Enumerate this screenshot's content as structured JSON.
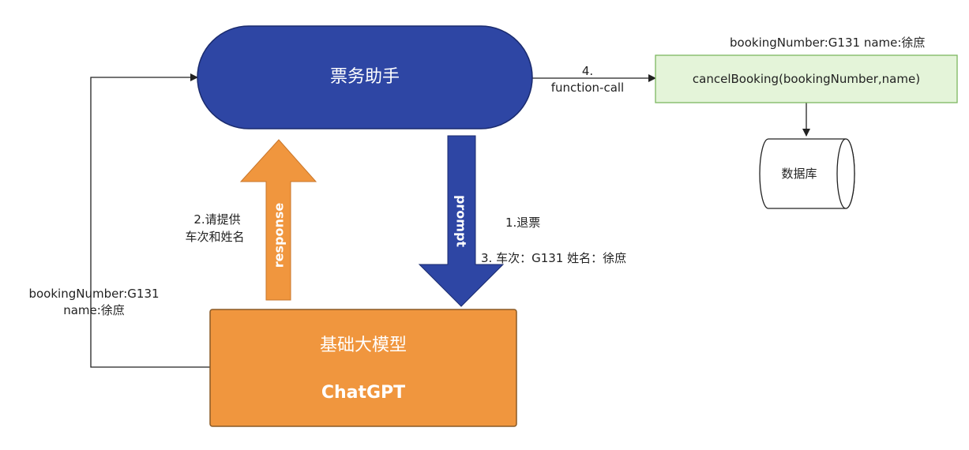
{
  "nodes": {
    "assistant": {
      "label": "票务助手",
      "fill": "#2E46A4"
    },
    "model": {
      "title": "基础大模型",
      "subtitle": "ChatGPT",
      "fill": "#F0963E"
    },
    "function": {
      "label": "cancelBooking(bookingNumber,name)",
      "fill": "#E4F4D9",
      "stroke": "#7DB660"
    },
    "database": {
      "label": "数据库"
    }
  },
  "arrows": {
    "response": {
      "label": "response",
      "fill": "#F0963E"
    },
    "prompt": {
      "label": "prompt",
      "fill": "#2E46A4"
    }
  },
  "labels": {
    "step1": "1.退票",
    "step2_line1": "2.请提供",
    "step2_line2": "车次和姓名",
    "step3": "3. 车次：G131  姓名：徐庶",
    "step4_line1": "4.",
    "step4_line2": "function-call",
    "params_top": "bookingNumber:G131    name:徐庶",
    "params_left_line1": "bookingNumber:G131",
    "params_left_line2": "name:徐庶"
  }
}
